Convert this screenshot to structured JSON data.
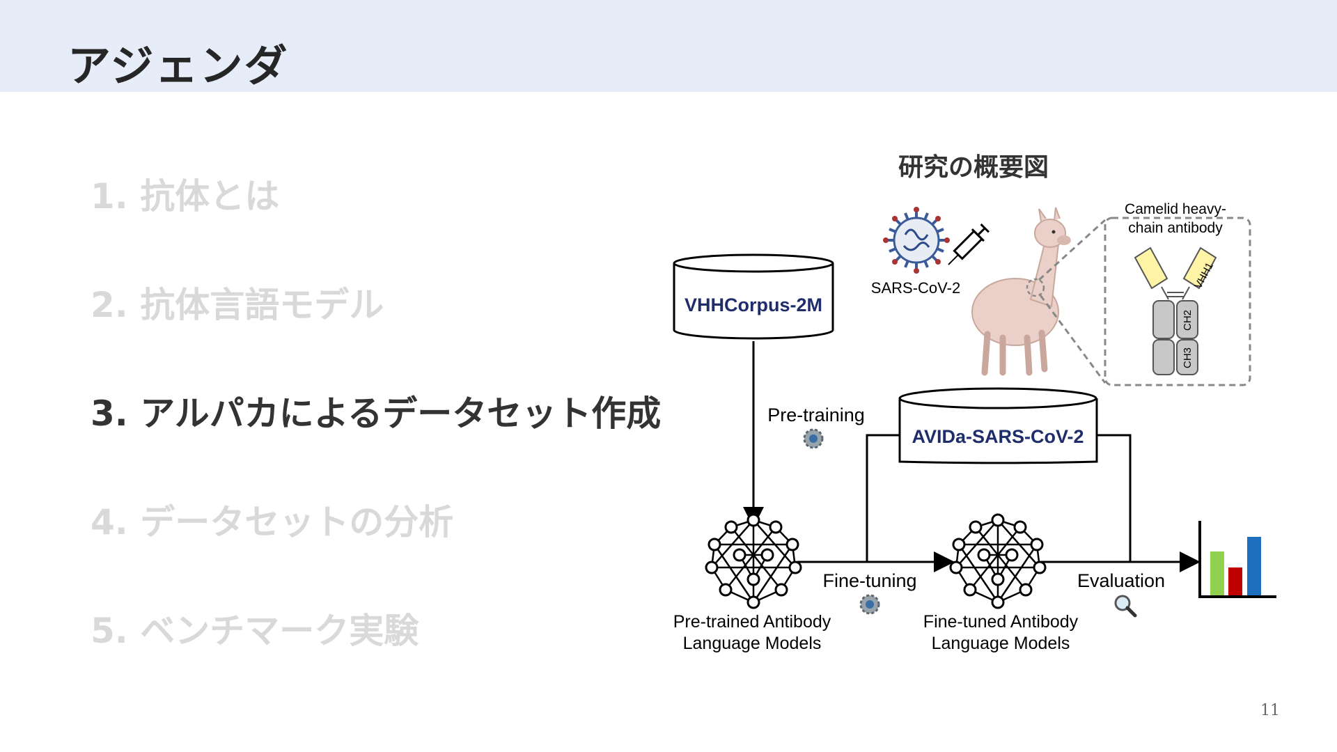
{
  "header": {
    "title": "アジェンダ"
  },
  "agenda": [
    {
      "label": "1. 抗体とは",
      "active": false
    },
    {
      "label": "2. 抗体言語モデル",
      "active": false
    },
    {
      "label": "3. アルパカによるデータセット作成",
      "active": true
    },
    {
      "label": "4. データセットの分析",
      "active": false
    },
    {
      "label": "5. ベンチマーク実験",
      "active": false
    }
  ],
  "diagram": {
    "title": "研究の概要図",
    "corpus_label": "VHHCorpus-2M",
    "dataset_label": "AVIDa-SARS-CoV-2",
    "virus_label": "SARS-CoV-2",
    "antibody_label_line1": "Camelid heavy-",
    "antibody_label_line2": "chain antibody",
    "domain_vhh": "VHH1",
    "domain_ch2": "CH2",
    "domain_ch3": "CH3",
    "pretraining_label": "Pre-training",
    "finetuning_label": "Fine-tuning",
    "evaluation_label": "Evaluation",
    "pretrained_label_line1": "Pre-trained Antibody",
    "pretrained_label_line2": "Language Models",
    "finetuned_label_line1": "Fine-tuned Antibody",
    "finetuned_label_line2": "Language Models",
    "bar_colors": [
      "#92d050",
      "#c00000",
      "#1f6fbf"
    ],
    "bar_values": [
      0.6,
      0.38,
      0.8
    ]
  },
  "page_number": "11"
}
